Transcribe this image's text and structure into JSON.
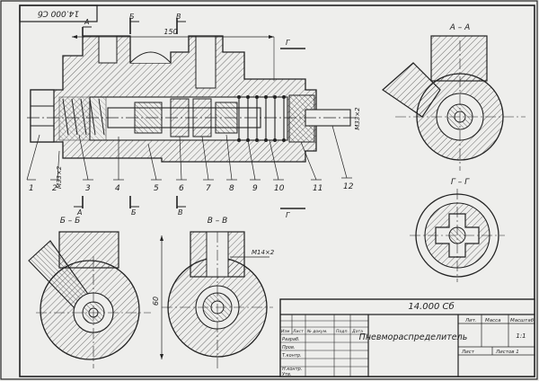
{
  "drawing": {
    "number_corner": "14.000 Сб",
    "number_titleblock": "14.000 Сб",
    "title": "Пневмораспределитель",
    "dimension_length": "150",
    "dimension_height": "60",
    "thread_inlet": "M33×2",
    "thread_right": "M33×2",
    "thread_section": "M14×2"
  },
  "section_marks": {
    "a": "А",
    "b": "Б",
    "v": "В",
    "g": "Г"
  },
  "views": {
    "aa": "А – А",
    "bb": "Б – Б",
    "vv": "В – В",
    "gg": "Г – Г"
  },
  "positions": [
    "1",
    "2",
    "3",
    "4",
    "5",
    "6",
    "7",
    "8",
    "9",
    "10",
    "11",
    "12"
  ],
  "titleblock": {
    "headers": [
      "Изм",
      "Лист",
      "№ докум.",
      "Подп.",
      "Дата"
    ],
    "rows": [
      "Разраб.",
      "Пров.",
      "Т.контр.",
      "",
      "Н.контр.",
      "Утв."
    ],
    "lit": "Лит.",
    "massa": "Масса",
    "masshtab": "Масштаб",
    "scale": "1:1",
    "sheet": "Лист",
    "sheets": "Листов 1"
  }
}
